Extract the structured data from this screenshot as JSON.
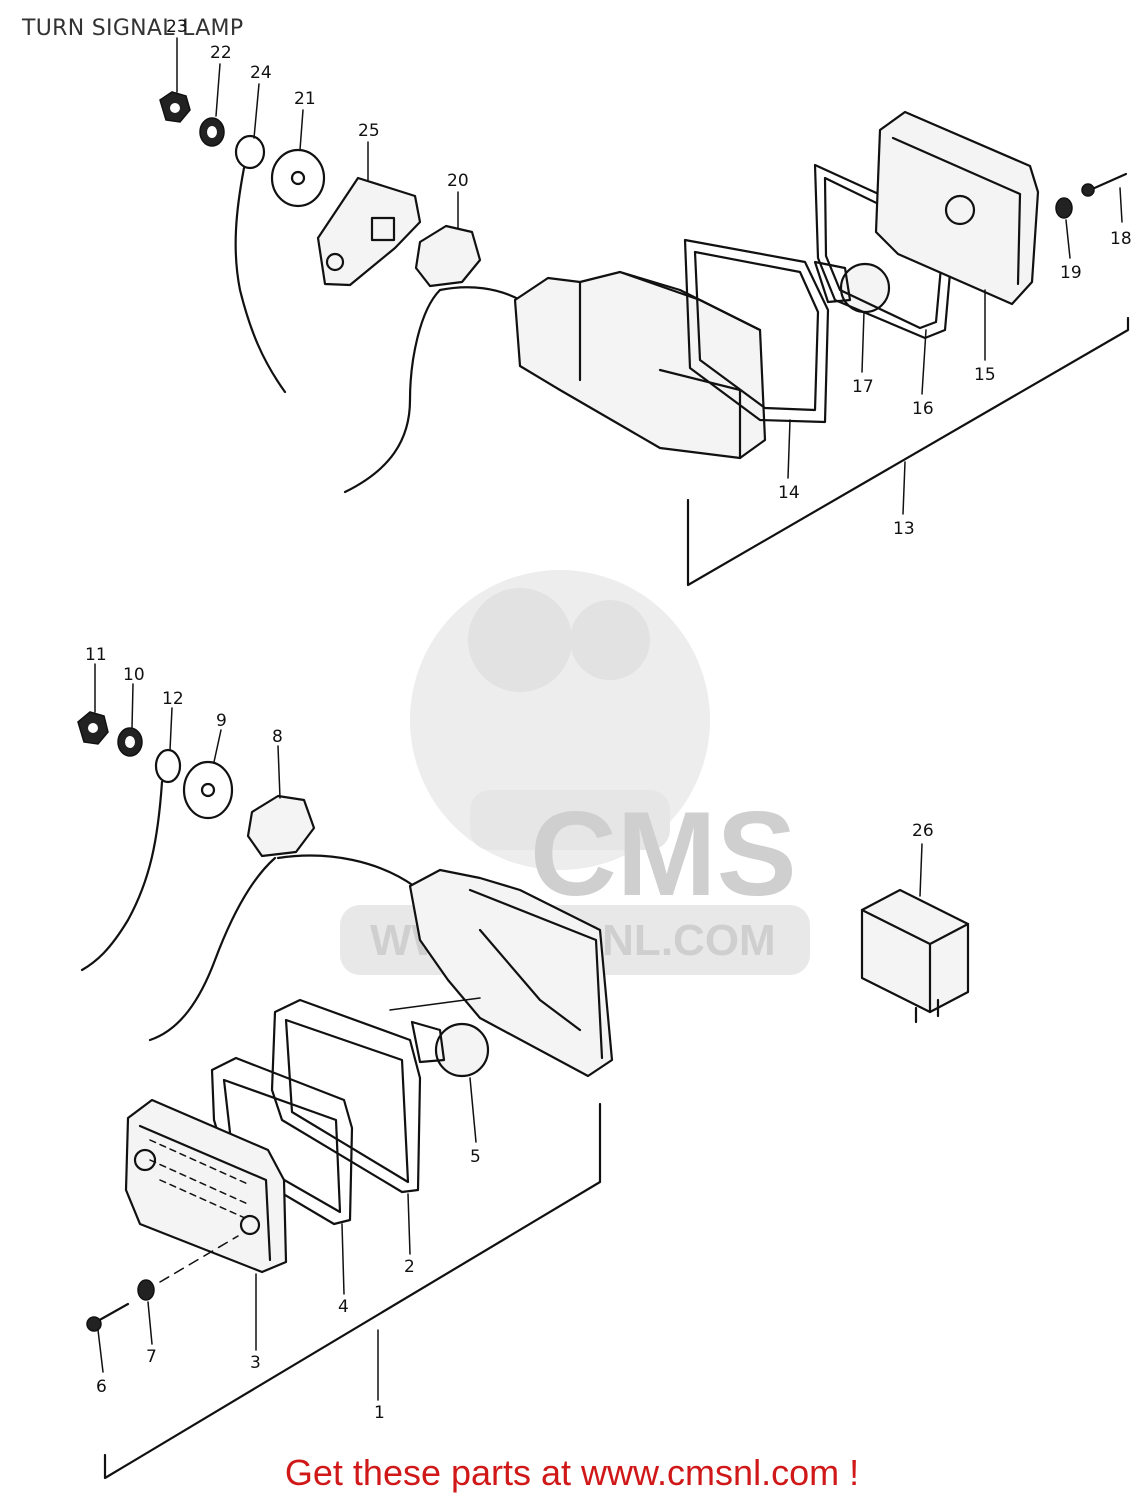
{
  "title": "TURN SIGNAL LAMP",
  "footer": "Get these parts at www.cmsnl.com !",
  "watermark": {
    "brand": "CMS",
    "url": "WWW.CMSNL.COM"
  },
  "callouts": {
    "p1": "1",
    "p2": "2",
    "p3": "3",
    "p4": "4",
    "p5": "5",
    "p6": "6",
    "p7": "7",
    "p8": "8",
    "p9": "9",
    "p10": "10",
    "p11": "11",
    "p12": "12",
    "p13": "13",
    "p14": "14",
    "p15": "15",
    "p16": "16",
    "p17": "17",
    "p18": "18",
    "p19": "19",
    "p20": "20",
    "p21": "21",
    "p22": "22",
    "p23": "23",
    "p24": "24",
    "p25": "25",
    "p26": "26"
  }
}
